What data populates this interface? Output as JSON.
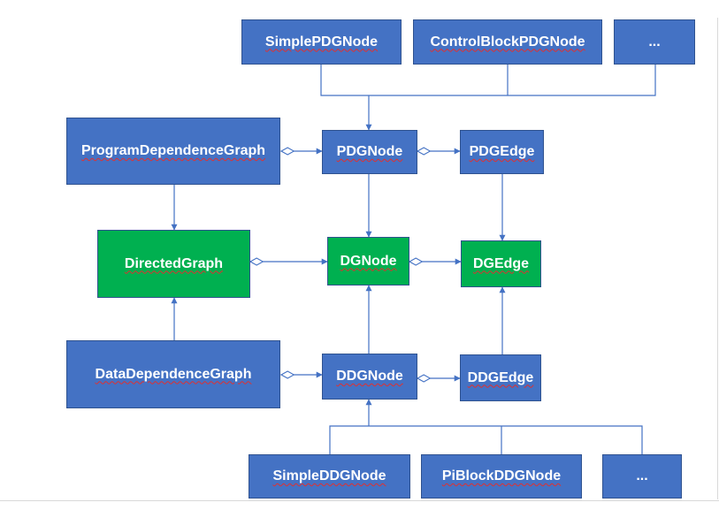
{
  "colors": {
    "class_fill": "#4472c4",
    "base_fill": "#00b050",
    "border": "#2f528f",
    "text": "#ffffff",
    "connector": "#4472c4",
    "spellcheck": "#e03030"
  },
  "nodes": {
    "simple_pdg_node": "SimplePDGNode",
    "control_block_pdg_node": "ControlBlockPDGNode",
    "more_pdg_nodes": "...",
    "program_dependence_graph": "ProgramDependenceGraph",
    "pdg_node": "PDGNode",
    "pdg_edge": "PDGEdge",
    "directed_graph": "DirectedGraph",
    "dg_node": "DGNode",
    "dg_edge": "DGEdge",
    "data_dependence_graph": "DataDependenceGraph",
    "ddg_node": "DDGNode",
    "ddg_edge": "DDGEdge",
    "simple_ddg_node": "SimpleDDGNode",
    "pi_block_ddg_node": "PiBlockDDGNode",
    "more_ddg_nodes": "..."
  }
}
